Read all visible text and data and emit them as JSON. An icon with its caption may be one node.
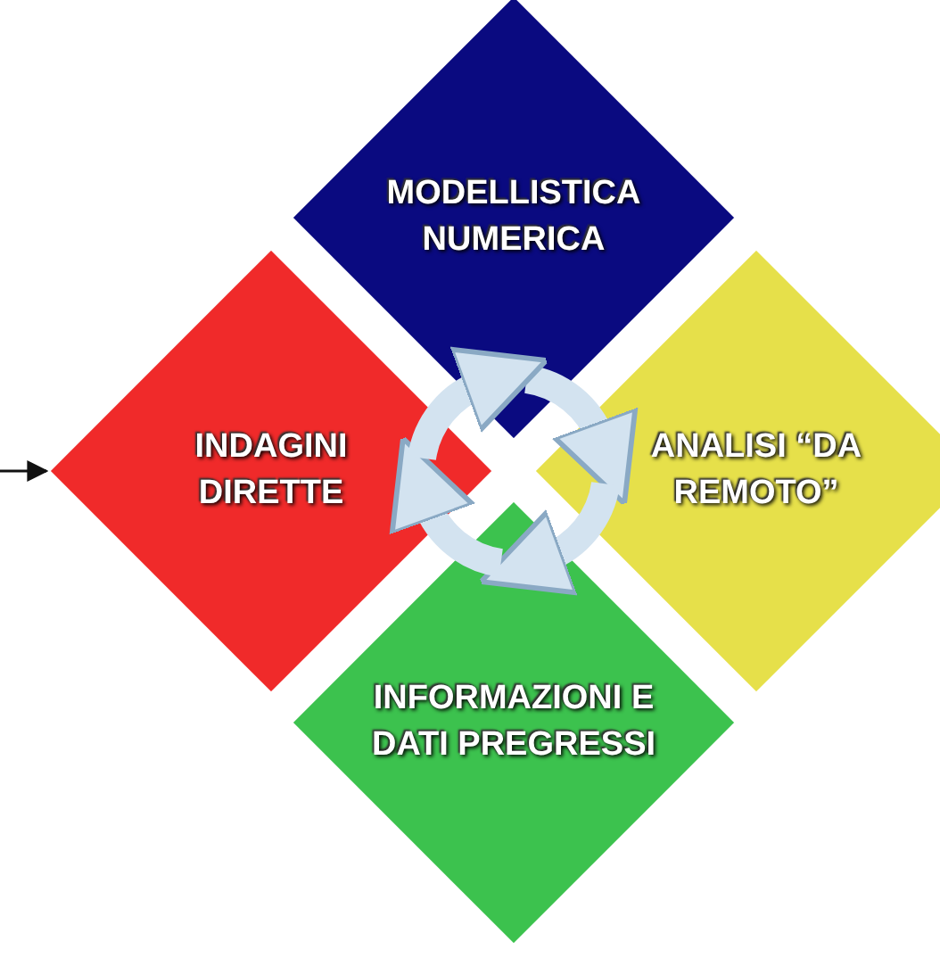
{
  "diagram": {
    "nodes": [
      {
        "text": [
          "MODELLISTICA NUMERICA"
        ]
      },
      {
        "text": [
          "ANALISI “DA REMOTO”"
        ]
      },
      {
        "text": [
          "INFORMAZIONI E DATI PREGRESSI"
        ]
      },
      {
        "text": [
          "INDAGINI DIRETTE"
        ]
      }
    ],
    "edges": [
      {
        "from": 0,
        "to": 1,
        "arrow": "to"
      },
      {
        "from": 1,
        "to": 2,
        "arrow": "to"
      },
      {
        "from": 2,
        "to": 3,
        "arrow": "to"
      },
      {
        "from": 3,
        "to": 0,
        "arrow": "to"
      },
      {
        "from": null,
        "to": 3,
        "arrow": "to",
        "color": "#111111"
      }
    ]
  }
}
